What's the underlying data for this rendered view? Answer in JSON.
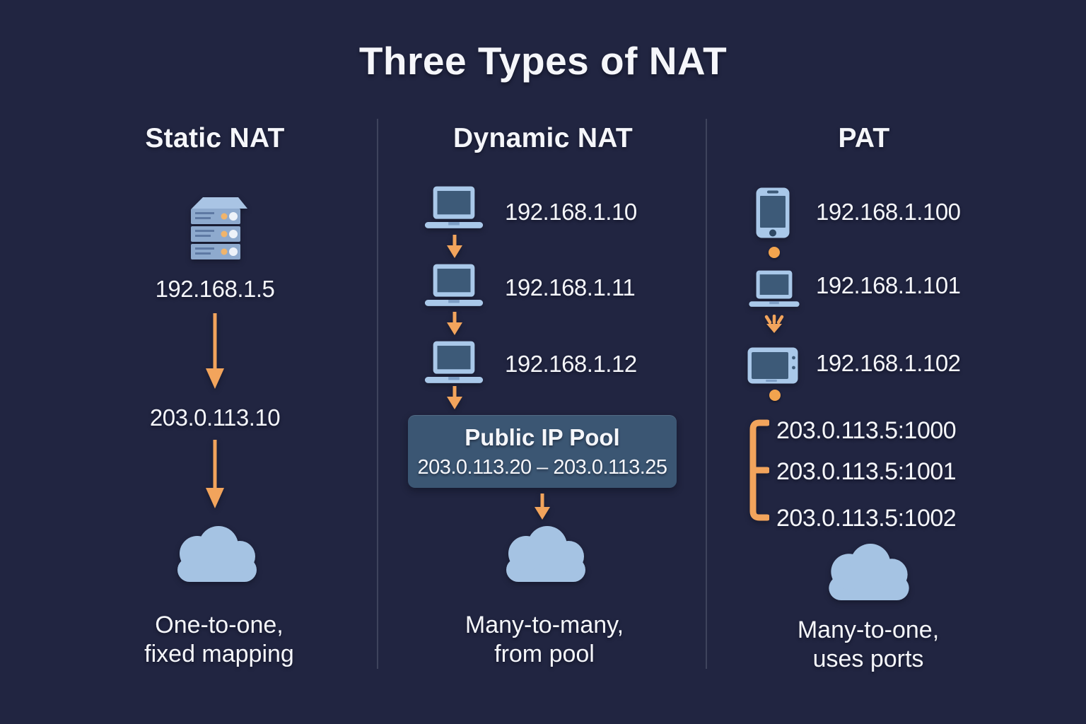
{
  "title": "Three Types of NAT",
  "columns": {
    "static": {
      "heading": "Static NAT",
      "private_ip": "192.168.1.5",
      "public_ip": "203.0.113.10",
      "caption_line1": "One-to-one,",
      "caption_line2": "fixed mapping"
    },
    "dynamic": {
      "heading": "Dynamic NAT",
      "devices": [
        "192.168.1.10",
        "192.168.1.11",
        "192.168.1.12"
      ],
      "pool": {
        "title": "Public IP Pool",
        "range": "203.0.113.20 – 203.0.113.25"
      },
      "caption_line1": "Many-to-many,",
      "caption_line2": "from pool"
    },
    "pat": {
      "heading": "PAT",
      "devices": [
        "192.168.1.100",
        "192.168.1.101",
        "192.168.1.102"
      ],
      "ports": [
        "203.0.113.5:1000",
        "203.0.113.5:1001",
        "203.0.113.5:1002"
      ],
      "caption_line1": "Many-to-one,",
      "caption_line2": "uses ports"
    }
  },
  "colors": {
    "background": "#212541",
    "text": "#F5F6FA",
    "accent_orange": "#F2A45C",
    "icon_body_blue": "#A9C8E9",
    "icon_screen_blue": "#3D5A78",
    "server_face_blue": "#8EAACE",
    "cloud_blue": "#A5C3E3",
    "pool_box_blue": "#3B5673",
    "divider": "#3E435C"
  }
}
